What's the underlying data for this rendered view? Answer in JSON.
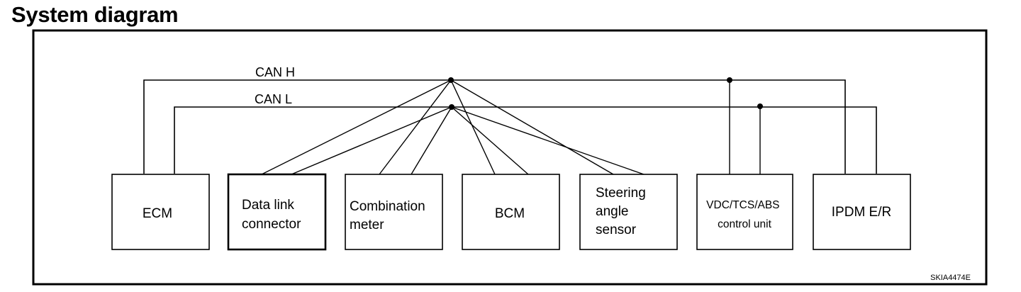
{
  "title": "System diagram",
  "bus_labels": {
    "can_h": "CAN H",
    "can_l": "CAN L"
  },
  "modules": [
    {
      "id": "ecm",
      "lines": [
        "ECM"
      ]
    },
    {
      "id": "data-link-connector",
      "lines": [
        "Data link",
        "connector"
      ]
    },
    {
      "id": "combination-meter",
      "lines": [
        "Combination",
        "meter"
      ]
    },
    {
      "id": "bcm",
      "lines": [
        "BCM"
      ]
    },
    {
      "id": "steering-angle-sensor",
      "lines": [
        "Steering",
        "angle",
        "sensor"
      ]
    },
    {
      "id": "vdc-tcs-abs-control-unit",
      "lines": [
        "VDC/TCS/ABS",
        "control unit"
      ]
    },
    {
      "id": "ipdm-e-r",
      "lines": [
        "IPDM E/R"
      ]
    }
  ],
  "figure_code": "SKIA4474E"
}
